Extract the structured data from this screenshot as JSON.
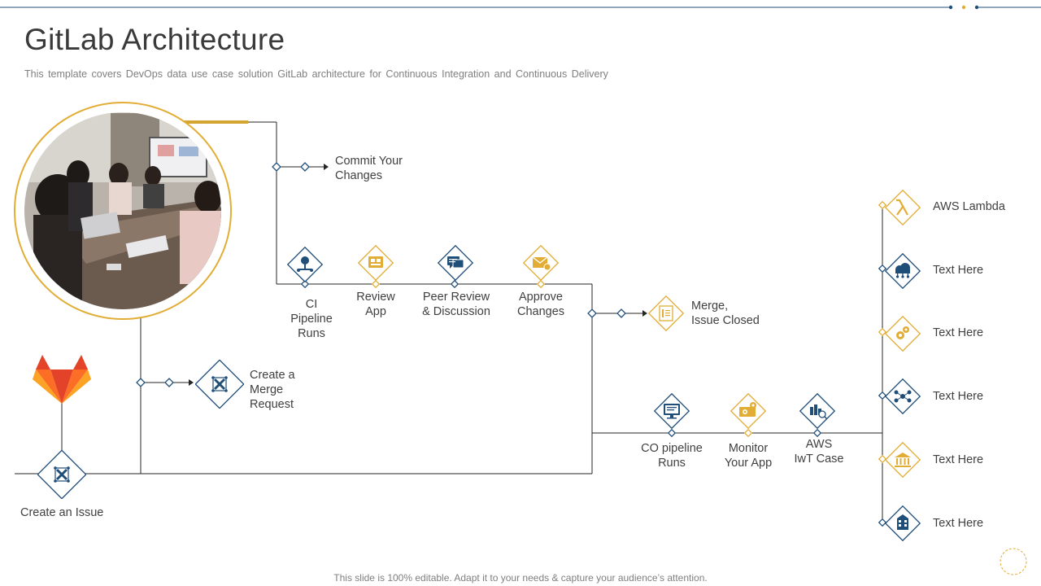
{
  "title": "GitLab Architecture",
  "subtitle": "This template covers DevOps data use case solution GitLab architecture for Continuous Integration and Continuous Delivery",
  "footer": "This slide is 100% editable. Adapt it to your needs & capture your audience’s attention.",
  "colors": {
    "navy": "#1f4e79",
    "gold": "#e2ad35",
    "line": "#262626",
    "text": "#404040"
  },
  "photo": {
    "description_icon": "meeting-photo"
  },
  "nodes": {
    "create_issue": {
      "label": "Create an Issue",
      "icon": "x-node-icon"
    },
    "merge_request": {
      "line1": "Create a",
      "line2": "Merge",
      "line3": "Request",
      "icon": "x-node-icon"
    },
    "commit": {
      "line1": "Commit Your",
      "line2": "Changes"
    },
    "ci_pipeline": {
      "line1": "CI",
      "line2": "Pipeline",
      "line3": "Runs",
      "icon": "network-icon"
    },
    "review_app": {
      "line1": "Review",
      "line2": "App",
      "icon": "monitor-app-icon"
    },
    "peer_review": {
      "line1": "Peer Review",
      "line2": "& Discussion",
      "icon": "chat-icon"
    },
    "approve": {
      "line1": "Approve",
      "line2": "Changes",
      "icon": "mail-check-icon"
    },
    "merge_closed": {
      "line1": "Merge,",
      "line2": "Issue Closed",
      "icon": "document-icon"
    },
    "co_pipeline": {
      "line1": "CO pipeline",
      "line2": "Runs",
      "icon": "computer-icon"
    },
    "monitor": {
      "line1": "Monitor",
      "line2": "Your App",
      "icon": "gears-monitor-icon"
    },
    "aws_iwt": {
      "line1": "AWS",
      "line2": "IwT Case",
      "icon": "search-chart-icon"
    }
  },
  "right_items": [
    {
      "label": "AWS Lambda",
      "icon": "lambda-icon",
      "color": "gold"
    },
    {
      "label": "Text Here",
      "icon": "cloud-network-icon",
      "color": "navy"
    },
    {
      "label": "Text Here",
      "icon": "gears-icon",
      "color": "gold"
    },
    {
      "label": "Text Here",
      "icon": "network-nodes-icon",
      "color": "navy"
    },
    {
      "label": "Text Here",
      "icon": "bank-icon",
      "color": "gold"
    },
    {
      "label": "Text Here",
      "icon": "building-icon",
      "color": "navy"
    }
  ]
}
